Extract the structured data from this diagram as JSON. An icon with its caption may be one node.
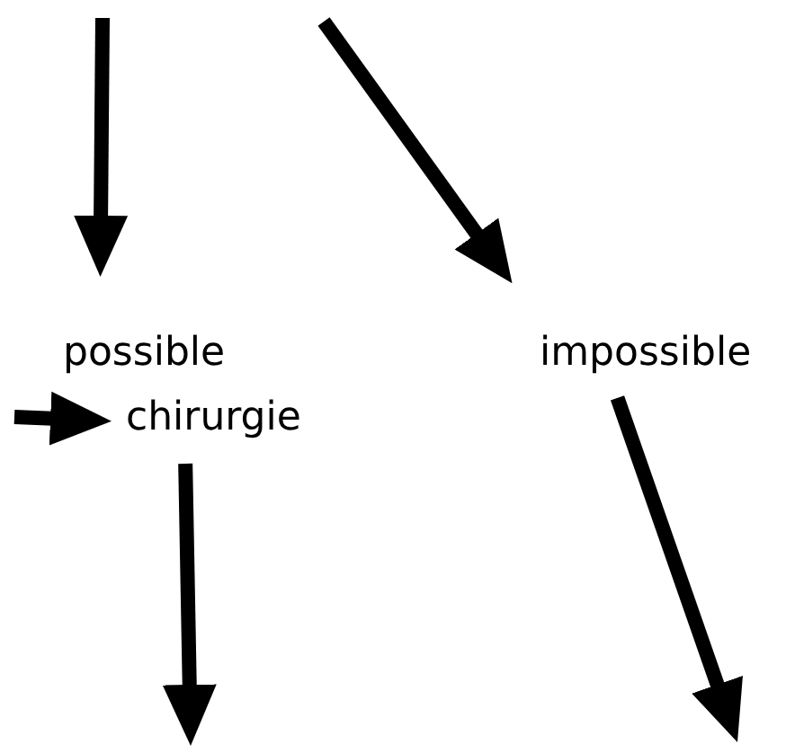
{
  "diagram": {
    "nodes": [
      {
        "text": [
          "possible"
        ]
      },
      {
        "text": [
          "impossible"
        ]
      },
      {
        "text": [
          "chirurgie"
        ]
      }
    ],
    "edges": [
      {
        "from": null,
        "to": 0,
        "arrow": "to"
      },
      {
        "from": null,
        "to": 1,
        "arrow": "to"
      },
      {
        "from": null,
        "to": 2,
        "arrow": "to"
      },
      {
        "from": 2,
        "to": null,
        "arrow": "to"
      },
      {
        "from": 1,
        "to": null,
        "arrow": "to"
      }
    ]
  }
}
